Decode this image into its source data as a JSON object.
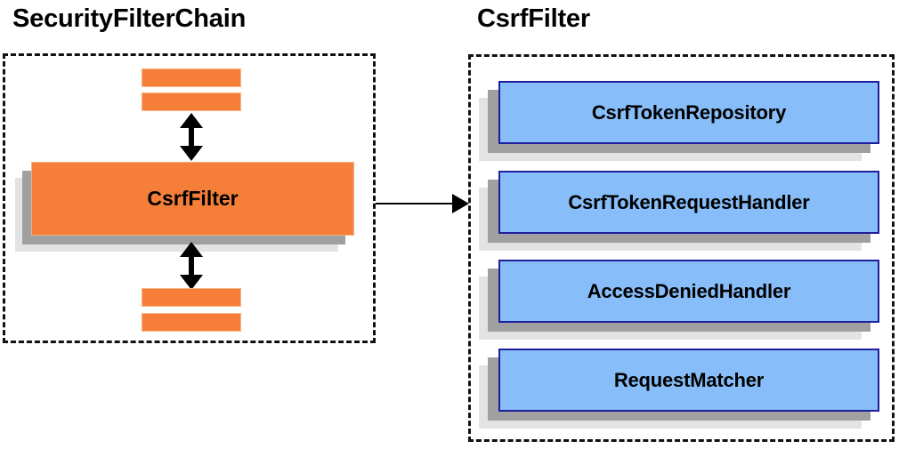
{
  "diagram": {
    "title_left": "SecurityFilterChain",
    "title_right": "CsrfFilter",
    "left_panel": {
      "center_node_label": "CsrfFilter",
      "top_bars": [
        "",
        ""
      ],
      "bottom_bars": [
        "",
        ""
      ],
      "arrow_up_name": "double-arrow-up",
      "arrow_down_name": "double-arrow-down"
    },
    "connector": {
      "label": "",
      "direction": "left-to-right"
    },
    "right_panel": {
      "nodes": [
        {
          "label": "CsrfTokenRepository"
        },
        {
          "label": "CsrfTokenRequestHandler"
        },
        {
          "label": "AccessDeniedHandler"
        },
        {
          "label": "RequestMatcher"
        }
      ]
    },
    "colors": {
      "orange_fill": "#f57f39",
      "orange_border": "#f0b084",
      "blue_fill": "#87bdf8",
      "blue_border": "#1f1f9e",
      "shadow_dark": "#a0a0a0",
      "shadow_light": "#e3e3e3",
      "outline": "#111111",
      "text": "#000000",
      "background": "#ffffff"
    }
  }
}
